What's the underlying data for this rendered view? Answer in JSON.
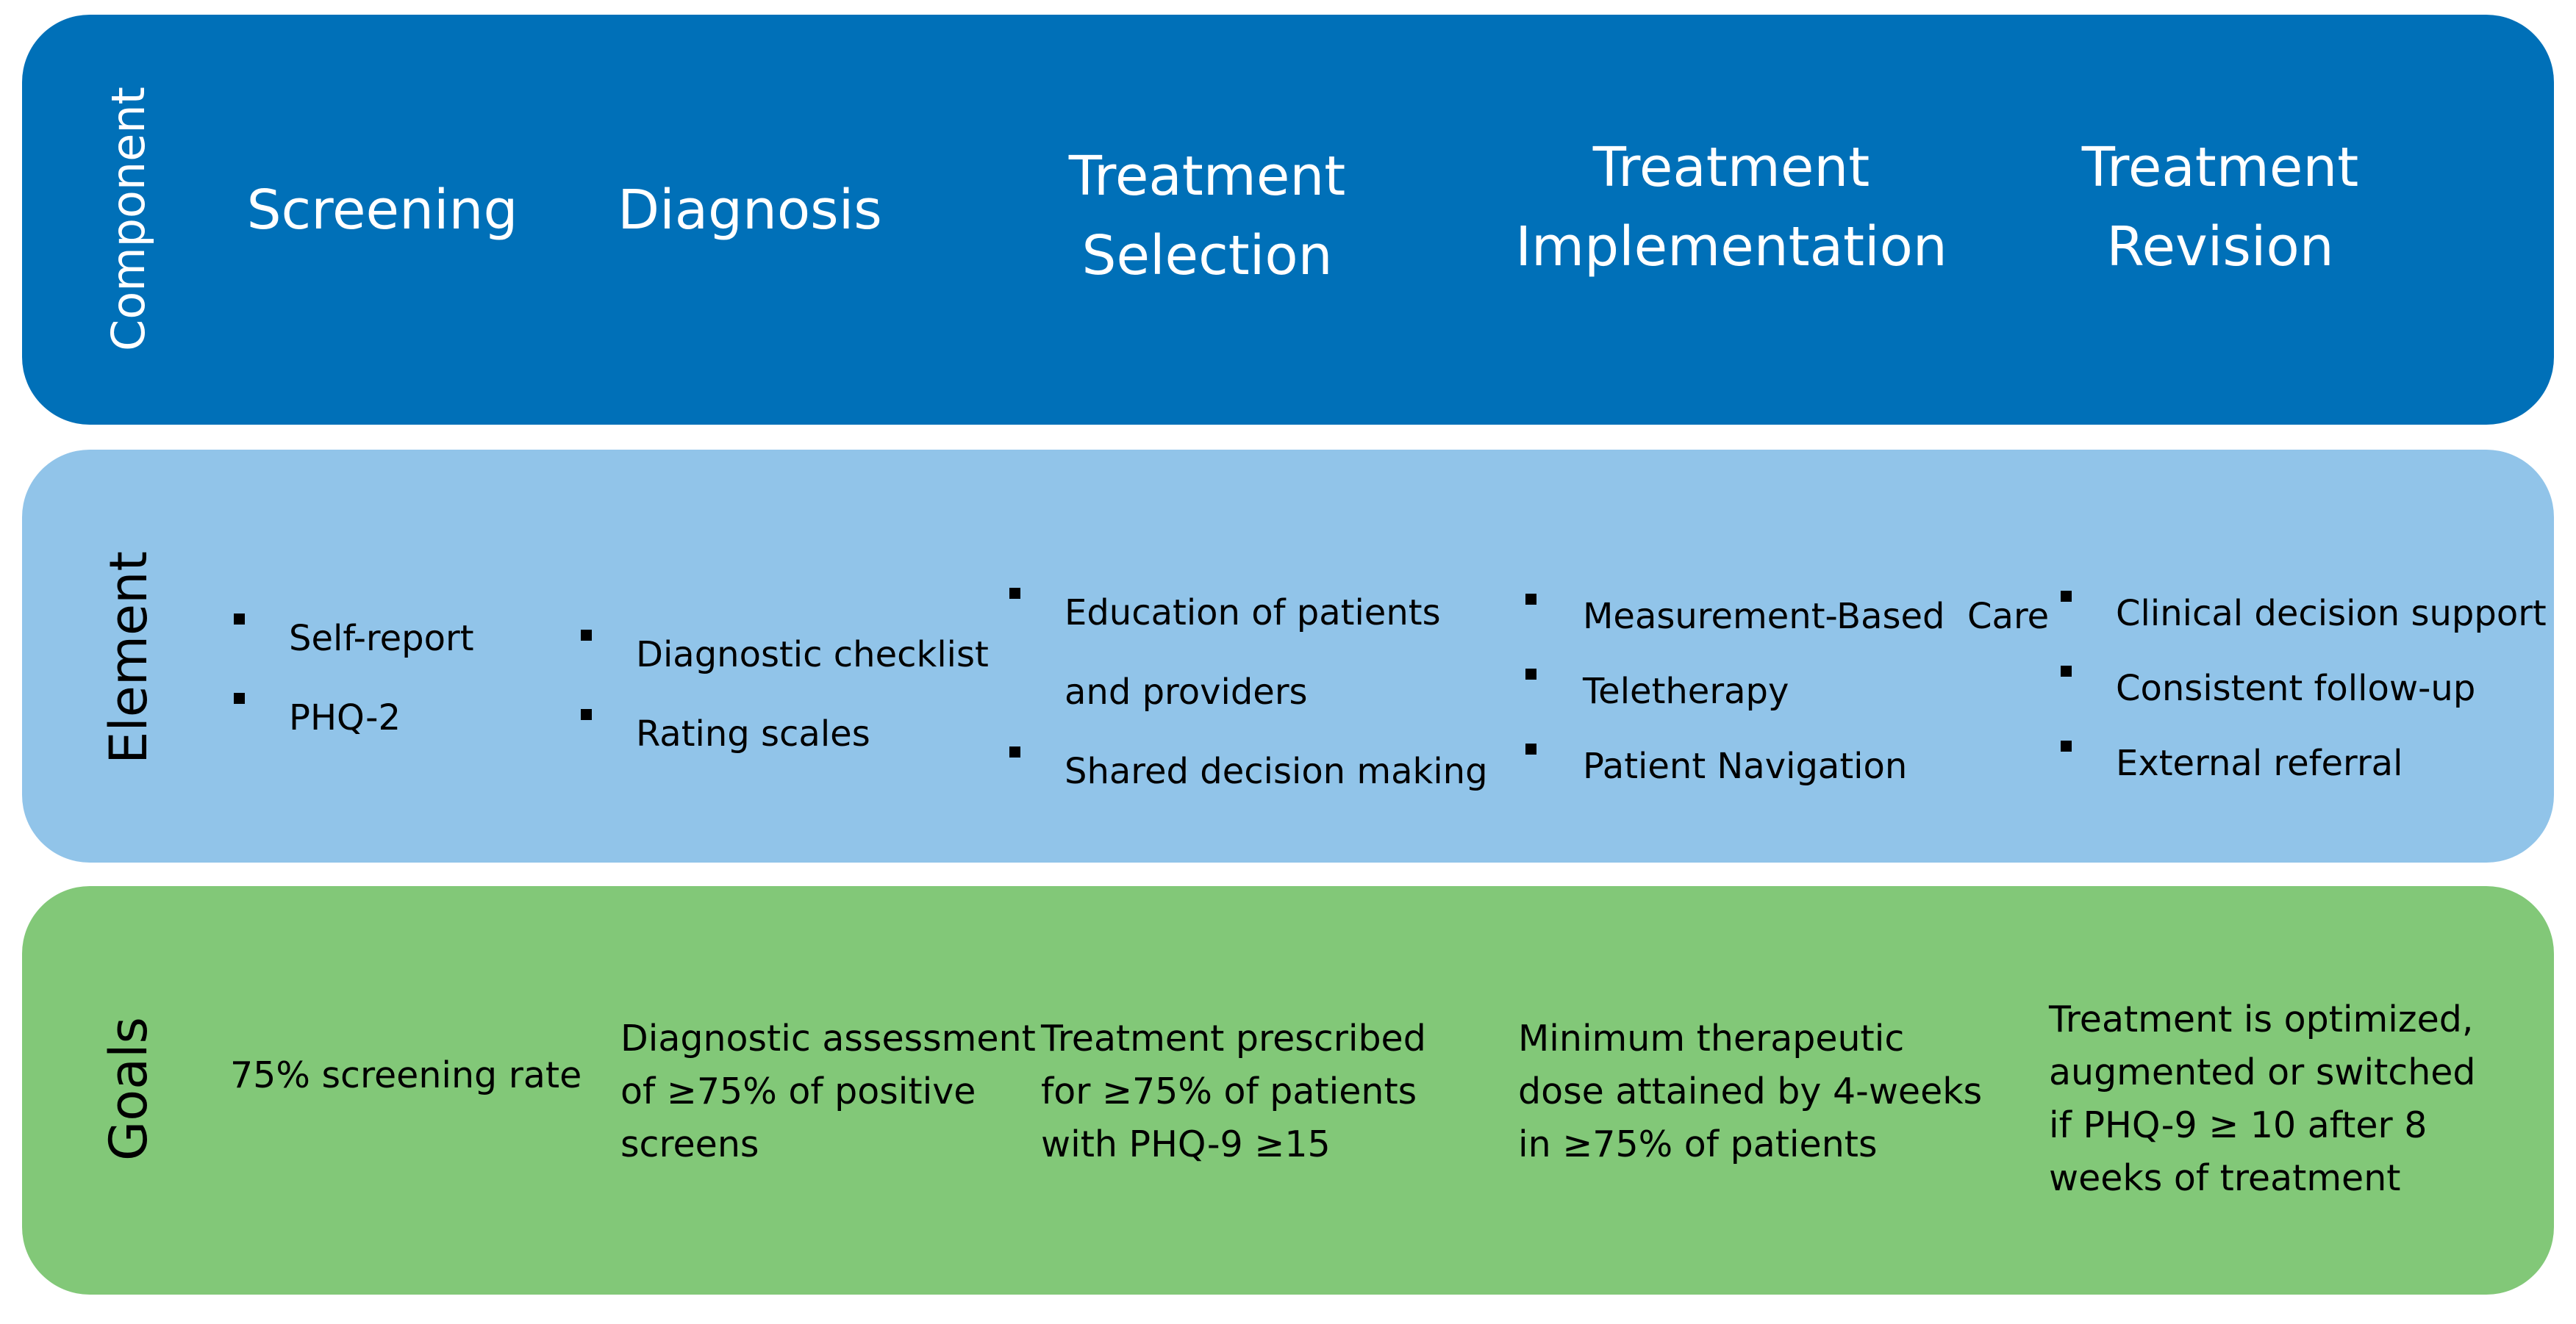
{
  "rows": {
    "component": "Component",
    "element": "Element",
    "goals": "Goals"
  },
  "columns": [
    {
      "heading": [
        "Screening"
      ],
      "elements": [
        [
          "Self-report"
        ],
        [
          "PHQ-2"
        ]
      ],
      "goal": [
        "75% screening rate"
      ]
    },
    {
      "heading": [
        "Diagnosis"
      ],
      "elements": [
        [
          "Diagnostic checklist"
        ],
        [
          "Rating scales"
        ]
      ],
      "goal": [
        "Diagnostic assessment",
        "of ≥75% of positive",
        "screens"
      ]
    },
    {
      "heading": [
        "Treatment",
        "Selection"
      ],
      "elements": [
        [
          "Education of patients",
          "and providers"
        ],
        [
          "Shared decision making"
        ]
      ],
      "goal": [
        "Treatment prescribed",
        "for ≥75% of patients",
        "with PHQ-9 ≥15"
      ]
    },
    {
      "heading": [
        "Treatment",
        "Implementation"
      ],
      "elements": [
        [
          "Measurement-Based  Care"
        ],
        [
          "Teletherapy"
        ],
        [
          "Patient Navigation"
        ]
      ],
      "goal": [
        "Minimum therapeutic",
        "dose attained by 4-weeks",
        "in ≥75% of patients"
      ]
    },
    {
      "heading": [
        "Treatment",
        "Revision"
      ],
      "elements": [
        [
          "Clinical decision support"
        ],
        [
          "Consistent follow-up"
        ],
        [
          "External referral"
        ]
      ],
      "goal": [
        "Treatment is optimized,",
        "augmented or switched",
        "if PHQ-9 ≥ 10 after 8",
        "weeks of treatment"
      ]
    }
  ],
  "colors": {
    "component_band": "#0070b8",
    "element_band": "#91c4e9",
    "goals_band": "#82c878"
  }
}
